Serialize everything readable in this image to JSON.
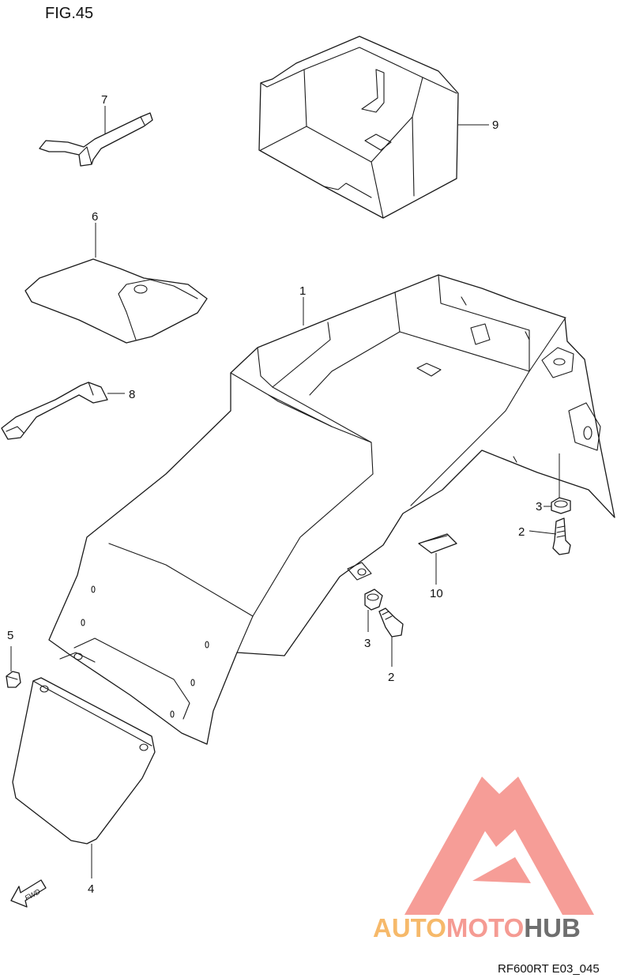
{
  "figure": {
    "title": "FIG.45",
    "code": "RF600RT E03_045"
  },
  "callouts": [
    {
      "id": "c1",
      "label": "1"
    },
    {
      "id": "c2a",
      "label": "2"
    },
    {
      "id": "c2b",
      "label": "2"
    },
    {
      "id": "c3a",
      "label": "3"
    },
    {
      "id": "c3b",
      "label": "3"
    },
    {
      "id": "c4",
      "label": "4"
    },
    {
      "id": "c5",
      "label": "5"
    },
    {
      "id": "c6",
      "label": "6"
    },
    {
      "id": "c7",
      "label": "7"
    },
    {
      "id": "c8",
      "label": "8"
    },
    {
      "id": "c9",
      "label": "9"
    },
    {
      "id": "c10",
      "label": "10"
    }
  ],
  "direction_marker": {
    "text": "FWD",
    "icon": "fwd-arrow-icon"
  },
  "watermark": {
    "parts": [
      "AUTO",
      "MOTO",
      "HUB"
    ],
    "colors": {
      "auto": "#f6b96a",
      "moto": "#f59b93",
      "hub": "#6e6e6e",
      "logo": "#f58c85"
    }
  }
}
